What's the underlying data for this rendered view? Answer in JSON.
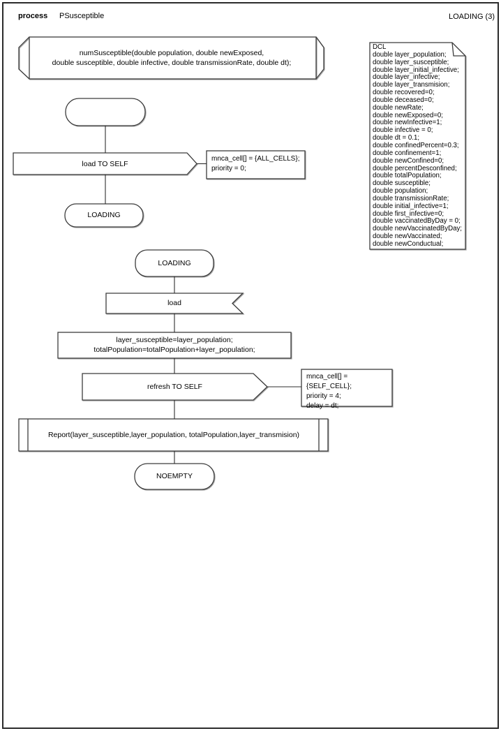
{
  "header": {
    "kind_label": "process",
    "process_name": "PSusceptible",
    "state_indicator": "LOADING (3)"
  },
  "colors": {
    "background": "#ffffff",
    "stroke": "#3c3c3c",
    "shadow": "#a6a6a6",
    "text": "#000000"
  },
  "flow_left": {
    "procedure_signature_lines": [
      "numSusceptible(double population, double newExposed,",
      "double susceptible, double infective, double transmissionRate, double dt);"
    ],
    "start_terminator_label": "",
    "output_label": "load TO SELF",
    "output_params_lines": [
      "mnca_cell[] = {ALL_CELLS};",
      "priority = 0;"
    ],
    "next_state_label": "LOADING"
  },
  "flow_main": {
    "state_label": "LOADING",
    "input_label": "load",
    "task_lines": [
      "layer_susceptible=layer_population;",
      "totalPopulation=totalPopulation+layer_population;"
    ],
    "output_label": "refresh TO SELF",
    "output_params_lines": [
      "mnca_cell[] = {SELF_CELL};",
      "priority = 4;",
      "delay = dt;"
    ],
    "procedure_call_label": "Report(layer_susceptible,layer_population, totalPopulation,layer_transmision)",
    "next_state_label": "NOEMPTY"
  },
  "dcl_note": {
    "lines": [
      "DCL",
      "double layer_population;",
      "double layer_susceptible;",
      "double layer_initial_infective;",
      "double layer_infective;",
      "double layer_transmision;",
      "double recovered=0;",
      "double deceased=0;",
      "double newRate;",
      "double newExposed=0;",
      "double newInfective=1;",
      "double infective = 0;",
      "double dt = 0.1;",
      "double confinedPercent=0.3;",
      "double confinement=1;",
      "double newConfined=0;",
      "double percentDesconfined;",
      "double totalPopulation;",
      "double susceptible;",
      "double population;",
      "double transmissionRate;",
      "double initial_infective=1;",
      "double first_infective=0;",
      "double vaccinatedByDay = 0;",
      "double newVaccinatedByDay;",
      "double newVaccinated;",
      "double newConductual;"
    ]
  }
}
